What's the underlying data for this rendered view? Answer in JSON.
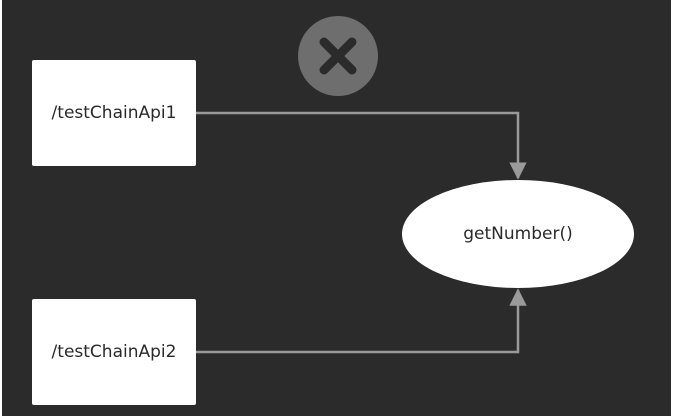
{
  "diagram": {
    "nodes": {
      "api1": {
        "label": "/testChainApi1"
      },
      "api2": {
        "label": "/testChainApi2"
      },
      "target": {
        "label": "getNumber()"
      }
    },
    "edges": [
      {
        "from": "api1",
        "to": "target",
        "status": "blocked"
      },
      {
        "from": "api2",
        "to": "target",
        "status": "allowed"
      }
    ],
    "colors": {
      "background": "#2b2b2b",
      "node_fill": "#ffffff",
      "connector": "#9a9a9a",
      "blocked_badge": "#6e6e6e",
      "blocked_icon": "#2b2b2b"
    },
    "icons": {
      "blocked_marker": "close-x-icon"
    }
  }
}
